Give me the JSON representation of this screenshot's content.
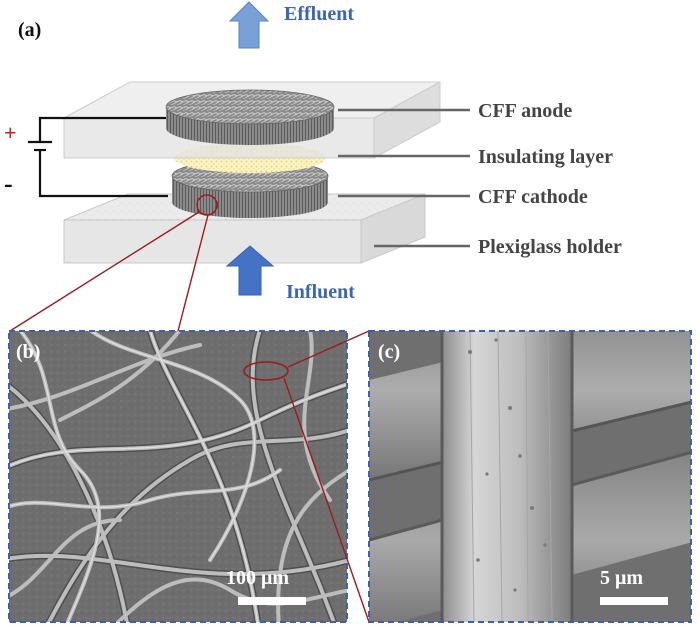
{
  "panel_a": {
    "tag": "(a)",
    "effluent": "Effluent",
    "influent": "Influent",
    "plus": "+",
    "minus": "-",
    "labels": {
      "anode": "CFF anode",
      "insulating": "Insulating layer",
      "cathode": "CFF cathode",
      "holder": "Plexiglass holder"
    }
  },
  "panel_b": {
    "tag": "(b)",
    "scale": "100 μm"
  },
  "panel_c": {
    "tag": "(c)",
    "scale": "5 μm"
  },
  "colors": {
    "arrow_blue": "#4472c4",
    "arrow_blue_light": "#7aa0d8",
    "text_blue": "#3a66b8",
    "plus_red": "#d42020",
    "zoom_red": "#9b1c1c",
    "frame_dash": "#3f5fa8",
    "leader_gray": "#666666"
  }
}
